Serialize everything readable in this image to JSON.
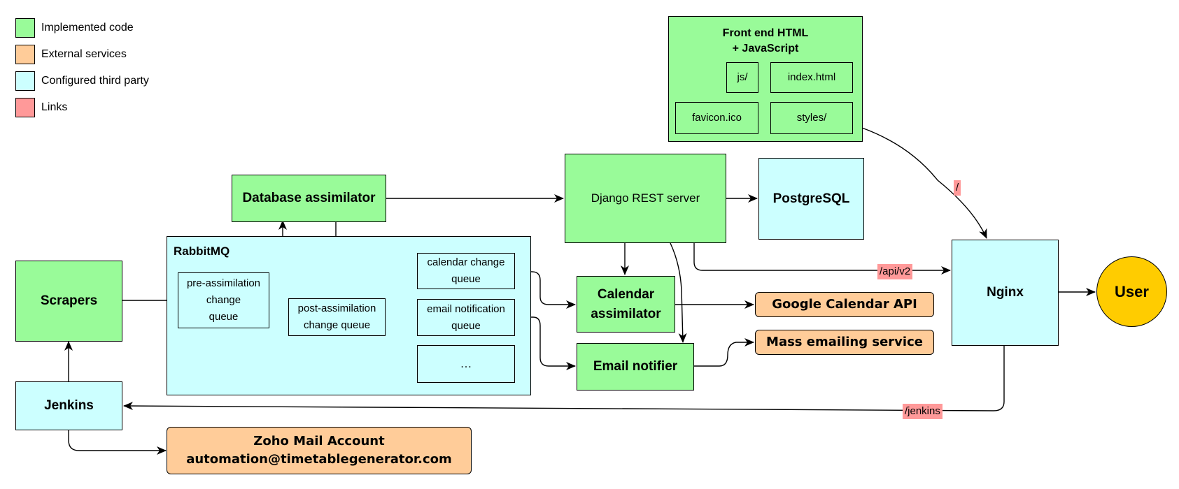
{
  "legend": [
    {
      "label": "Implemented code",
      "color": "#99fb99"
    },
    {
      "label": "External services",
      "color": "#ffcc99"
    },
    {
      "label": "Configured third party",
      "color": "#ccffff"
    },
    {
      "label": "Links",
      "color": "#ff9999"
    }
  ],
  "nodes": {
    "frontend": {
      "title_line1": "Front end HTML",
      "title_line2": "+ JavaScript",
      "js": "js/",
      "index": "index.html",
      "favicon": "favicon.ico",
      "styles": "styles/"
    },
    "db_assimilator": "Database assimilator",
    "django": "Django REST server",
    "postgres": "PostgreSQL",
    "rabbitmq": "RabbitMQ",
    "pre_queue": [
      "pre-assimilation",
      "change",
      "queue"
    ],
    "post_queue": [
      "post-assimilation",
      "change queue"
    ],
    "calendar_queue": [
      "calendar change",
      "queue"
    ],
    "email_queue": [
      "email notification",
      "queue"
    ],
    "more_queue": "…",
    "scrapers": "Scrapers",
    "jenkins": "Jenkins",
    "calendar_assimilator": [
      "Calendar",
      "assimilator"
    ],
    "email_notifier": "Email notifier",
    "google_calendar": "Google Calendar API",
    "mass_email": "Mass emailing service",
    "zoho": [
      "Zoho Mail Account",
      "automation@timetablegenerator.com"
    ],
    "nginx": "Nginx",
    "user": "User"
  },
  "links": {
    "root": "/",
    "api": "/api/v2",
    "jenkins": "/jenkins"
  },
  "colors": {
    "implemented": "#99fb99",
    "external": "#ffcc99",
    "configured": "#ccffff",
    "link": "#ff9999",
    "user": "#ffcc00",
    "dashed_arrow": "#ff0000"
  }
}
